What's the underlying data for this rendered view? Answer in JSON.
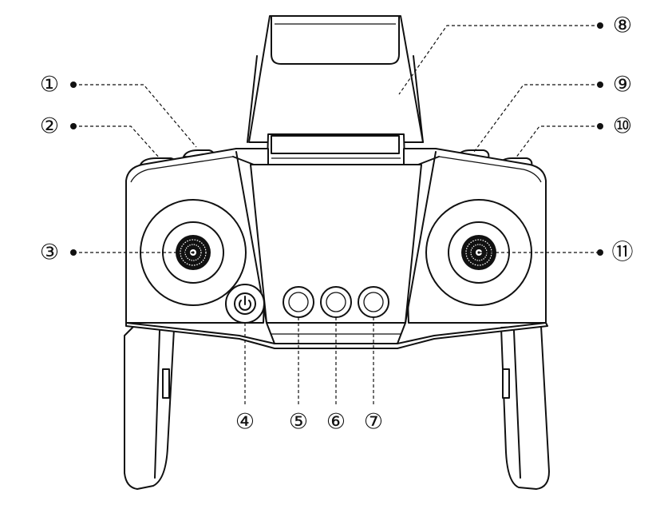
{
  "callouts": [
    {
      "id": "1",
      "label": "①"
    },
    {
      "id": "2",
      "label": "②"
    },
    {
      "id": "3",
      "label": "③"
    },
    {
      "id": "4",
      "label": "④"
    },
    {
      "id": "5",
      "label": "⑤"
    },
    {
      "id": "6",
      "label": "⑥"
    },
    {
      "id": "7",
      "label": "⑦"
    },
    {
      "id": "8",
      "label": "⑧"
    },
    {
      "id": "9",
      "label": "⑨"
    },
    {
      "id": "10",
      "label": "⑩"
    },
    {
      "id": "11",
      "label": "⑪"
    }
  ],
  "icons": {
    "power_button": "power-icon"
  },
  "colors": {
    "line": "#111111",
    "background": "#ffffff"
  }
}
